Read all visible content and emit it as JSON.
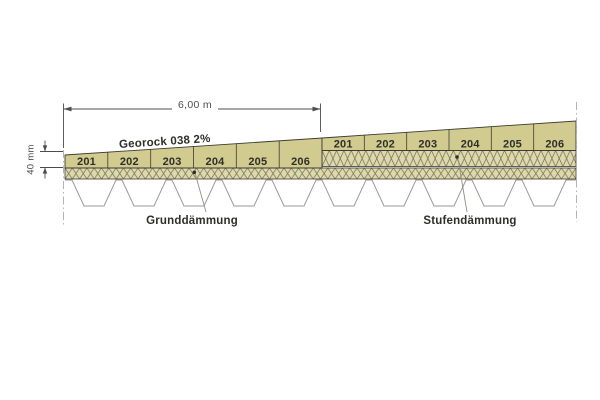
{
  "diagram": {
    "dimensions": {
      "span_label": "6,00 m",
      "thickness_label": "40 mm"
    },
    "labels": {
      "product": "Georock 038 2%",
      "base_insulation": "Grunddämmung",
      "step_insulation": "Stufendämmung"
    },
    "panels": {
      "left": [
        "201",
        "202",
        "203",
        "204",
        "205",
        "206"
      ],
      "right": [
        "201",
        "202",
        "203",
        "204",
        "205",
        "206"
      ]
    },
    "colors": {
      "panel_fill": "#d2cb90",
      "hatch_bg": "#ded8ab",
      "hatch_line": "#73725a",
      "outline": "#3c3b33",
      "deck_line": "#9a9a9a",
      "dimension": "#4c4c4c",
      "centerline": "#b3b3b3",
      "leader": "#8f8f83"
    }
  }
}
